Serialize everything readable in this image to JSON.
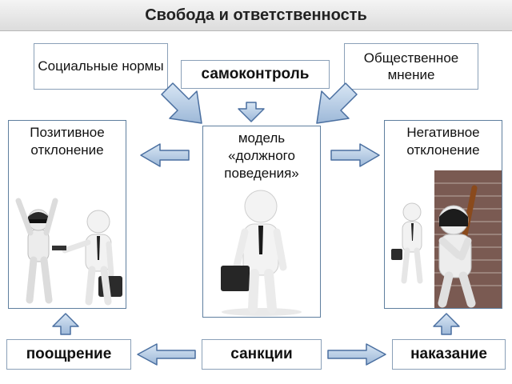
{
  "title": "Свобода и ответственность",
  "top_left_box": "Социальные нормы",
  "top_center_box": "самоконтроль",
  "top_right_box": "Общественное мнение",
  "panels": {
    "left": "Позитивное отклонение",
    "center": "модель «должного поведения»",
    "right": "Негативное отклонение"
  },
  "bottom": {
    "left": "поощрение",
    "center": "санкции",
    "right": "наказание"
  },
  "colors": {
    "arrow_fill": "#a9c1dc",
    "arrow_stroke": "#4a6fa0",
    "panel_border": "#5f7f9f"
  }
}
